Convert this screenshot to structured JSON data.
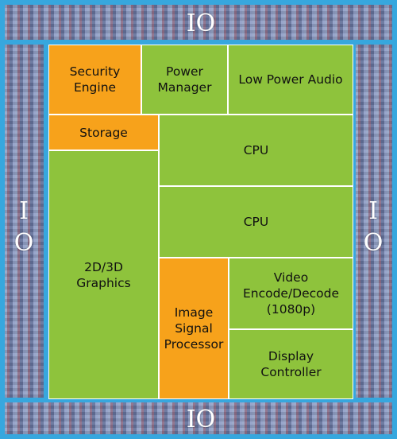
{
  "colors": {
    "compute_block": "#8ec33c",
    "special_block": "#f7a21b",
    "outline": "#37a7de"
  },
  "io": {
    "top": "IO",
    "bottom": "IO",
    "left": "I\nO",
    "right": "I\nO"
  },
  "blocks": {
    "security_engine": "Security\nEngine",
    "power_manager": "Power\nManager",
    "low_power_audio": "Low Power Audio",
    "storage": "Storage",
    "cpu_1": "CPU",
    "cpu_2": "CPU",
    "graphics": "2D/3D\nGraphics",
    "image_signal_processor": "Image\nSignal\nProcessor",
    "video_codec": "Video\nEncode/Decode\n(1080p)",
    "display_controller": "Display\nController"
  }
}
